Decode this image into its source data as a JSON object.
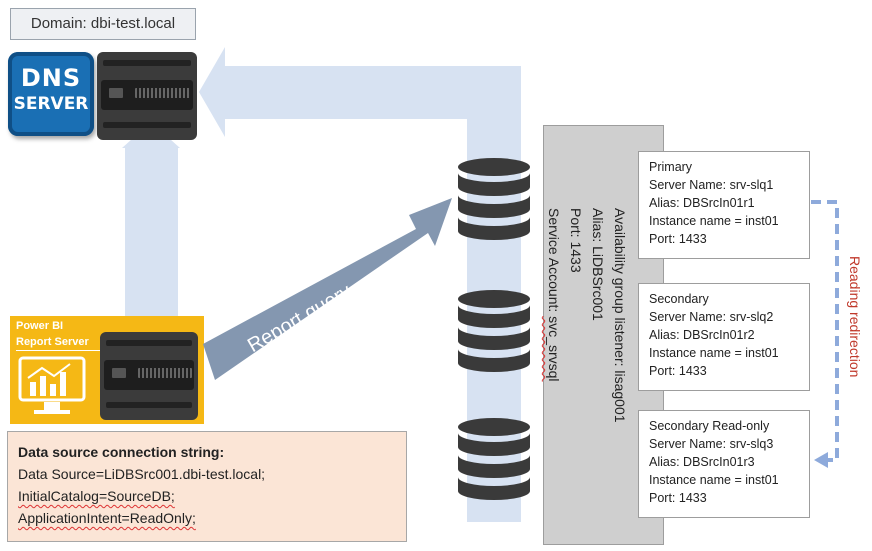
{
  "domain_label": "Domain: dbi-test.local",
  "dns_logo": {
    "line1": "DNS",
    "line2": "SERVER",
    "icon": "dns-server-logo"
  },
  "powerbi_logo": {
    "line1": "Power BI",
    "line2": "Report Server",
    "icon": "chart-monitor-icon"
  },
  "report_query_label": "Report query",
  "connection": {
    "title": "Data source connection string:",
    "line1": "Data Source=LiDBSrc001.dbi-test.local;",
    "line2": "InitialCatalog=SourceDB;",
    "line3": "ApplicationIntent=ReadOnly;"
  },
  "availability_group": {
    "listener": "Availability group listener: lisag001",
    "alias": "Alias: LiDBSrc001",
    "port": "Port: 1433",
    "service_account_prefix": "Service Account: ",
    "service_account": "svc_srvsql"
  },
  "replicas": [
    {
      "role": "Primary",
      "server": "Server Name: srv-slq1",
      "alias": "Alias: DBSrcIn01r1",
      "instance": "Instance name = inst01",
      "port": "Port: 1433"
    },
    {
      "role": "Secondary",
      "server": "Server Name: srv-slq2",
      "alias": "Alias: DBSrcIn01r2",
      "instance": "Instance name = inst01",
      "port": "Port: 1433"
    },
    {
      "role": "Secondary Read-only",
      "server": "Server Name: srv-slq3",
      "alias": "Alias: DBSrcIn01r3",
      "instance": "Instance name = inst01",
      "port": "Port: 1433"
    }
  ],
  "redirection_label": "Reading redirection",
  "colors": {
    "band": "#d7e2f2",
    "arrow": "#8497b0",
    "redirect": "#8eaadb",
    "redirect_text": "#c0392b",
    "powerbi": "#f5b815",
    "conn_box": "#fbe5d6"
  }
}
